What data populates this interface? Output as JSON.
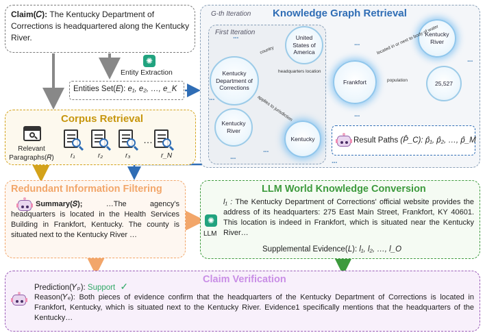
{
  "claim": {
    "label": "Claim(𝐶):",
    "text": "The Kentucky Department of Corrections is headquartered along the Kentucky River."
  },
  "entity_extraction": {
    "label": "Entity Extraction",
    "set_label": "Entities Set(𝐸):",
    "set_value": "e₁, e₂, …, e_K"
  },
  "kg": {
    "outer_title": "G-th Iteration",
    "main_title": "Knowledge Graph Retrieval",
    "inner_title": "First Iteration",
    "nodes": {
      "kdoc": "Kentucky Department of Corrections",
      "usa": "United States of America",
      "kriver_left": "Kentucky River",
      "kentucky": "Kentucky",
      "frankfort": "Frankfort",
      "kriver_right": "Kentucky River",
      "pop": "25,527"
    },
    "edges": {
      "country": "country",
      "hq": "headquarters location",
      "applies": "applies to jurisdiction",
      "located": "located in or next to body of water",
      "population": "population"
    },
    "result_label": "Result Paths",
    "result_math": "(P̂_C):",
    "result_value": "p̂₁, p̂₂, …, p̂_M"
  },
  "corpus": {
    "title": "Corpus Retrieval",
    "relevant_label": "Relevant Paragraphs(𝑅)",
    "items": [
      "r₁",
      "r₂",
      "r₃",
      "r_N"
    ],
    "dots": "…"
  },
  "filtering": {
    "title": "Redundant Information Filtering",
    "summary_label": "Summary(𝑆);",
    "summary_text": "…The agency's headquarters is located in the Health Services Building in Frankfort, Kentucky. The county is situated next to the Kentucky River …"
  },
  "llm": {
    "title": "LLM World Knowledge Conversion",
    "icon_label": "LLM",
    "l1_label": "l₁ :",
    "l1_text": "The Kentucky Department of Corrections' official website provides the address of its headquarters: 275 East Main Street, Frankfort, KY 40601. This location is indeed in Frankfort, which is situated near the Kentucky River…",
    "supp_label": "Supplemental Evidence(𝐿):",
    "supp_value": "l₁, l₂, …, l_O"
  },
  "verification": {
    "title": "Claim Verification",
    "prediction_label": "Prediction(𝑌ₚ):",
    "prediction_value": "Support",
    "check": "✓",
    "reason_label": "Reason(𝑌ₑ):",
    "reason_text": "Both pieces of evidence confirm that the headquarters of the Kentucky Department of Corrections is located in Frankfort, Kentucky, which is situated next to the Kentucky River. Evidence1 specifically mentions that the headquarters of the Kentucky…"
  },
  "colors": {
    "kg_title": "#2f6db5",
    "corpus_title": "#c7960d",
    "filter_title": "#f2a66a",
    "llm_title": "#3d9a3d",
    "verify_title": "#c98ee6",
    "support": "#2fa866",
    "arrow_gray": "#888888",
    "arrow_blue": "#2f6db5"
  }
}
